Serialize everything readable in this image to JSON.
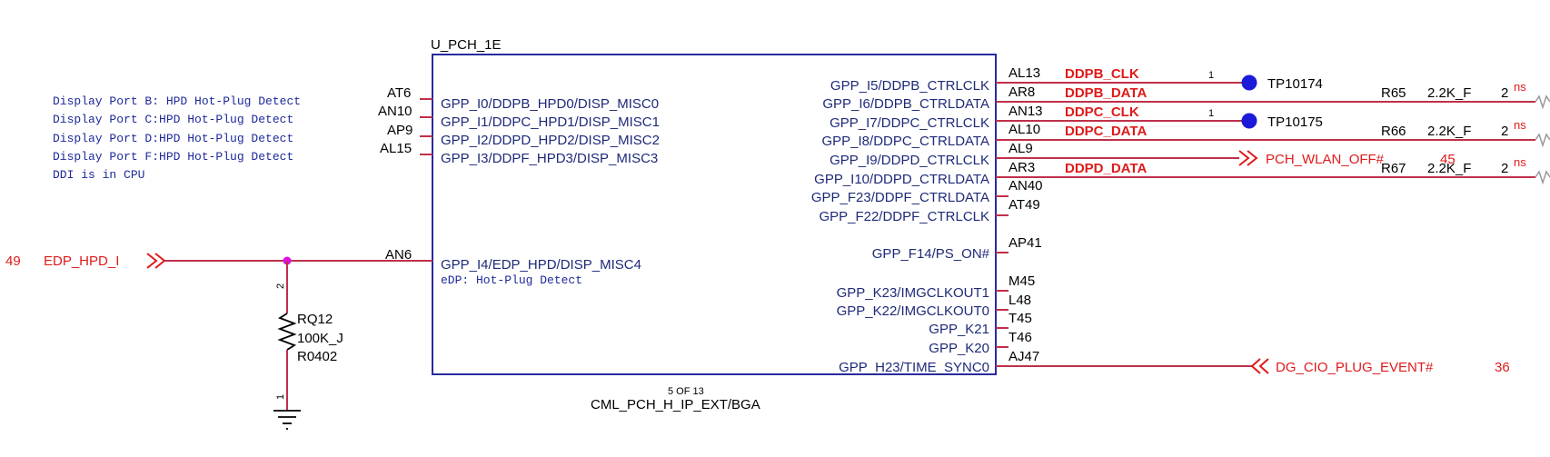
{
  "component": {
    "refdes": "U_PCH_1E",
    "page": "5 OF 13",
    "part": "CML_PCH_H_IP_EXT/BGA"
  },
  "left_pins": [
    {
      "num": "AT6",
      "name": "GPP_I0/DDPB_HPD0/DISP_MISC0"
    },
    {
      "num": "AN10",
      "name": "GPP_I1/DDPC_HPD1/DISP_MISC1"
    },
    {
      "num": "AP9",
      "name": "GPP_I2/DDPD_HPD2/DISP_MISC2"
    },
    {
      "num": "AL15",
      "name": "GPP_I3/DDPF_HPD3/DISP_MISC3"
    },
    {
      "num": "AN6",
      "name": "GPP_I4/EDP_HPD/DISP_MISC4"
    }
  ],
  "right_pins": [
    {
      "num": "AL13",
      "name": "GPP_I5/DDPB_CTRLCLK"
    },
    {
      "num": "AR8",
      "name": "GPP_I6/DDPB_CTRLDATA"
    },
    {
      "num": "AN13",
      "name": "GPP_I7/DDPC_CTRLCLK"
    },
    {
      "num": "AL10",
      "name": "GPP_I8/DDPC_CTRLDATA"
    },
    {
      "num": "AL9",
      "name": "GPP_I9/DDPD_CTRLCLK"
    },
    {
      "num": "AR3",
      "name": "GPP_I10/DDPD_CTRLDATA"
    },
    {
      "num": "AN40",
      "name": "GPP_F23/DDPF_CTRLDATA"
    },
    {
      "num": "AT49",
      "name": "GPP_F22/DDPF_CTRLCLK"
    },
    {
      "num": "AP41",
      "name": "GPP_F14/PS_ON#"
    },
    {
      "num": "M45",
      "name": "GPP_K23/IMGCLKOUT1"
    },
    {
      "num": "L48",
      "name": "GPP_K22/IMGCLKOUT0"
    },
    {
      "num": "T45",
      "name": "GPP_K21"
    },
    {
      "num": "T46",
      "name": "GPP_K20"
    },
    {
      "num": "AJ47",
      "name": "GPP_H23/TIME_SYNC0"
    }
  ],
  "notes": [
    "Display Port B: HPD Hot-Plug Detect",
    "Display Port C:HPD Hot-Plug Detect",
    "Display Port D:HPD Hot-Plug Detect",
    "Display Port F:HPD Hot-Plug Detect",
    "DDI is in CPU"
  ],
  "edp_note": "eDP: Hot-Plug Detect",
  "nets": {
    "ddpb_clk": "DDPB_CLK",
    "ddpb_data": "DDPB_DATA",
    "ddpc_clk": "DDPC_CLK",
    "ddpc_data": "DDPC_DATA",
    "ddpd_data": "DDPD_DATA",
    "wlan_off": "PCH_WLAN_OFF#",
    "wlan_page": "45",
    "dg_cio": "DG_CIO_PLUG_EVENT#",
    "dg_page": "36",
    "edp_hpd": "EDP_HPD_I",
    "edp_page": "49"
  },
  "test_points": [
    {
      "pin": "1",
      "label": "TP10174"
    },
    {
      "pin": "1",
      "label": "TP10175"
    }
  ],
  "resistors_right": [
    {
      "ref": "R65",
      "value": "2.2K_F",
      "pin": "2",
      "tag": "ns"
    },
    {
      "ref": "R66",
      "value": "2.2K_F",
      "pin": "2",
      "tag": "ns"
    },
    {
      "ref": "R67",
      "value": "2.2K_F",
      "pin": "2",
      "tag": "ns"
    }
  ],
  "rq12": {
    "ref": "RQ12",
    "value": "100K_J",
    "package": "R0402",
    "pin_top": "2",
    "pin_bottom": "1"
  },
  "colors": {
    "wire": "#c0304a",
    "box": "#2a2aa0",
    "net": "#e01a1a",
    "tp": "#1a1ad8",
    "junction": "#e010e0"
  }
}
